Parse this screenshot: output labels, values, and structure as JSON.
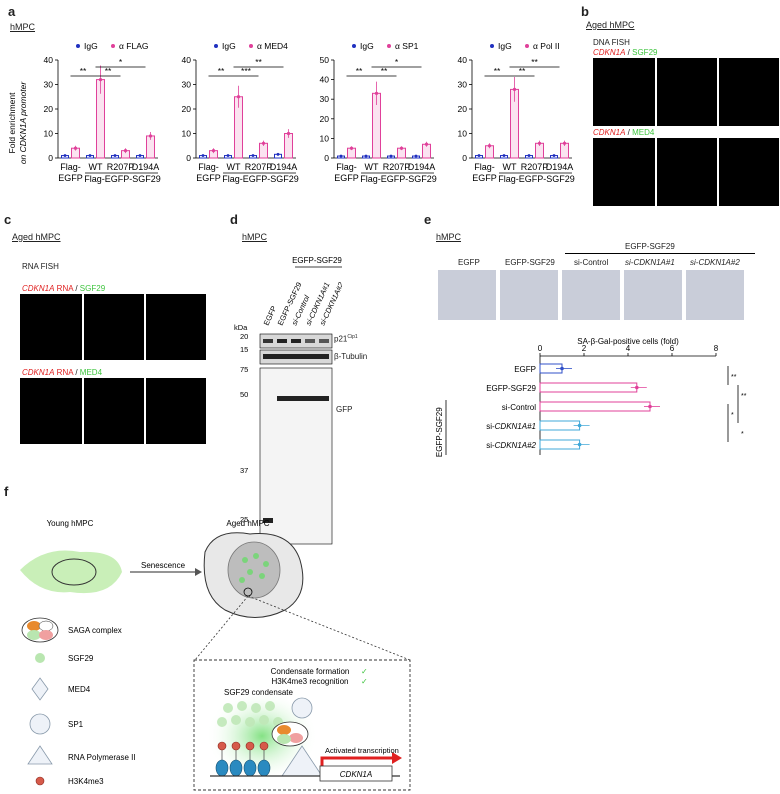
{
  "panels": {
    "a": {
      "label": "a",
      "title": "hMPC",
      "ylabel_line1": "Fold enrichment",
      "ylabel_line2": "on CDKN1A promoter"
    },
    "b": {
      "label": "b",
      "title": "Aged hMPC",
      "subtitle": "DNA FISH",
      "row1_red": "CDKN1A",
      "row1_sep": " / ",
      "row1_green": "SGF29",
      "row2_red": "CDKN1A",
      "row2_sep": " / ",
      "row2_green": "MED4"
    },
    "c": {
      "label": "c",
      "title": "Aged hMPC",
      "subtitle": "RNA FISH",
      "row1_red": "CDKN1A",
      "row1_red2": " RNA",
      "row1_sep": " / ",
      "row1_green": "SGF29",
      "row2_red": "CDKN1A",
      "row2_red2": " RNA",
      "row2_sep": " / ",
      "row2_green": "MED4"
    },
    "d": {
      "label": "d",
      "title": "hMPC",
      "group": "EGFP-SGF29",
      "lanes": [
        "EGFP",
        "EGFP-SGF29",
        "si-Control",
        "si-CDKN1A#1",
        "si-CDKN1A#2"
      ],
      "kda": "kDa",
      "markers_top": [
        "20",
        "15"
      ],
      "markers_bottom": [
        "75",
        "50",
        "37",
        "25"
      ],
      "band_p21": "p21",
      "band_p21_sup": "Cip1",
      "band_tubulin": "β-Tubulin",
      "band_gfp": "GFP"
    },
    "e": {
      "label": "e",
      "title": "hMPC",
      "group": "EGFP-SGF29",
      "columns": [
        "EGFP",
        "EGFP-SGF29",
        "si-Control",
        "si-CDKN1A#1",
        "si-CDKN1A#2"
      ],
      "xlabel": "SA-β-Gal-positive cells (fold)",
      "side_label": "EGFP-SGF29",
      "stars": [
        "**",
        "**",
        "*",
        "*"
      ]
    },
    "f": {
      "label": "f",
      "young": "Young hMPC",
      "aged": "Aged hMPC",
      "arrow": "Senescence",
      "legend": [
        "SAGA complex",
        "SGF29",
        "MED4",
        "SP1",
        "RNA Polymerase II",
        "H3K4me3"
      ],
      "box_line1": "Condensate formation",
      "box_line2": "H3K4me3 recognition",
      "check": "✓",
      "condensate": "SGF29 condensate",
      "activated": "Activated transcription",
      "gene": "CDKN1A"
    }
  },
  "chart_data": [
    {
      "type": "bar",
      "legend": [
        "IgG",
        "α FLAG"
      ],
      "categories": [
        "Flag-EGFP",
        "WT",
        "R207P",
        "D194A"
      ],
      "group_label": "Flag-EGFP-SGF29",
      "ylim": [
        0,
        40
      ],
      "yticks": [
        0,
        10,
        20,
        30,
        40
      ],
      "series": [
        {
          "name": "IgG",
          "values": [
            1,
            1,
            1,
            1
          ]
        },
        {
          "name": "α FLAG",
          "values": [
            4,
            32,
            3,
            9
          ]
        }
      ],
      "sig": [
        {
          "pair": "Flag-EGFP–WT",
          "label": "**"
        },
        {
          "pair": "WT–R207P",
          "label": "**"
        },
        {
          "pair": "WT–D194A",
          "label": "*"
        }
      ]
    },
    {
      "type": "bar",
      "legend": [
        "IgG",
        "α MED4"
      ],
      "categories": [
        "Flag-EGFP",
        "WT",
        "R207P",
        "D194A"
      ],
      "group_label": "Flag-EGFP-SGF29",
      "ylim": [
        0,
        40
      ],
      "yticks": [
        0,
        10,
        20,
        30,
        40
      ],
      "series": [
        {
          "name": "IgG",
          "values": [
            1,
            1,
            1,
            1.5
          ]
        },
        {
          "name": "α MED4",
          "values": [
            3,
            25,
            6,
            10
          ]
        }
      ],
      "sig": [
        {
          "pair": "Flag-EGFP–WT",
          "label": "**"
        },
        {
          "pair": "WT–R207P",
          "label": "***"
        },
        {
          "pair": "WT–D194A",
          "label": "**"
        }
      ]
    },
    {
      "type": "bar",
      "legend": [
        "IgG",
        "α SP1"
      ],
      "categories": [
        "Flag-EGFP",
        "WT",
        "R207P",
        "D194A"
      ],
      "group_label": "Flag-EGFP-SGF29",
      "ylim": [
        0,
        50
      ],
      "yticks": [
        0,
        10,
        20,
        30,
        40,
        50
      ],
      "series": [
        {
          "name": "IgG",
          "values": [
            1,
            1,
            1,
            1
          ]
        },
        {
          "name": "α SP1",
          "values": [
            5,
            33,
            5,
            7
          ]
        }
      ],
      "sig": [
        {
          "pair": "Flag-EGFP–WT",
          "label": "**"
        },
        {
          "pair": "WT–R207P",
          "label": "**"
        },
        {
          "pair": "WT–D194A",
          "label": "*"
        }
      ]
    },
    {
      "type": "bar",
      "legend": [
        "IgG",
        "α Pol II"
      ],
      "categories": [
        "Flag-EGFP",
        "WT",
        "R207P",
        "D194A"
      ],
      "group_label": "Flag-EGFP-SGF29",
      "ylim": [
        0,
        40
      ],
      "yticks": [
        0,
        10,
        20,
        30,
        40
      ],
      "series": [
        {
          "name": "IgG",
          "values": [
            1,
            1,
            1,
            1
          ]
        },
        {
          "name": "α Pol II",
          "values": [
            5,
            28,
            6,
            6
          ]
        }
      ],
      "sig": [
        {
          "pair": "Flag-EGFP–WT",
          "label": "**"
        },
        {
          "pair": "WT–R207P",
          "label": "**"
        },
        {
          "pair": "WT–D194A",
          "label": "**"
        }
      ]
    },
    {
      "type": "bar",
      "orientation": "horizontal",
      "categories": [
        "EGFP",
        "EGFP-SGF29",
        "si-Control",
        "si-CDKN1A#1",
        "si-CDKN1A#2"
      ],
      "values": [
        1.0,
        4.4,
        5.0,
        1.8,
        1.8
      ],
      "colors": [
        "#3050c8",
        "#e0409a",
        "#e0409a",
        "#40a8d8",
        "#40a8d8"
      ],
      "xlabel": "SA-β-Gal-positive cells (fold)",
      "xlim": [
        0,
        8
      ],
      "xticks": [
        0,
        2,
        4,
        6,
        8
      ]
    }
  ],
  "colors": {
    "igg": "#2030c0",
    "pink": "#e0409a",
    "green": "#3ec43e",
    "red": "#e02020",
    "blue": "#40a8d8"
  }
}
